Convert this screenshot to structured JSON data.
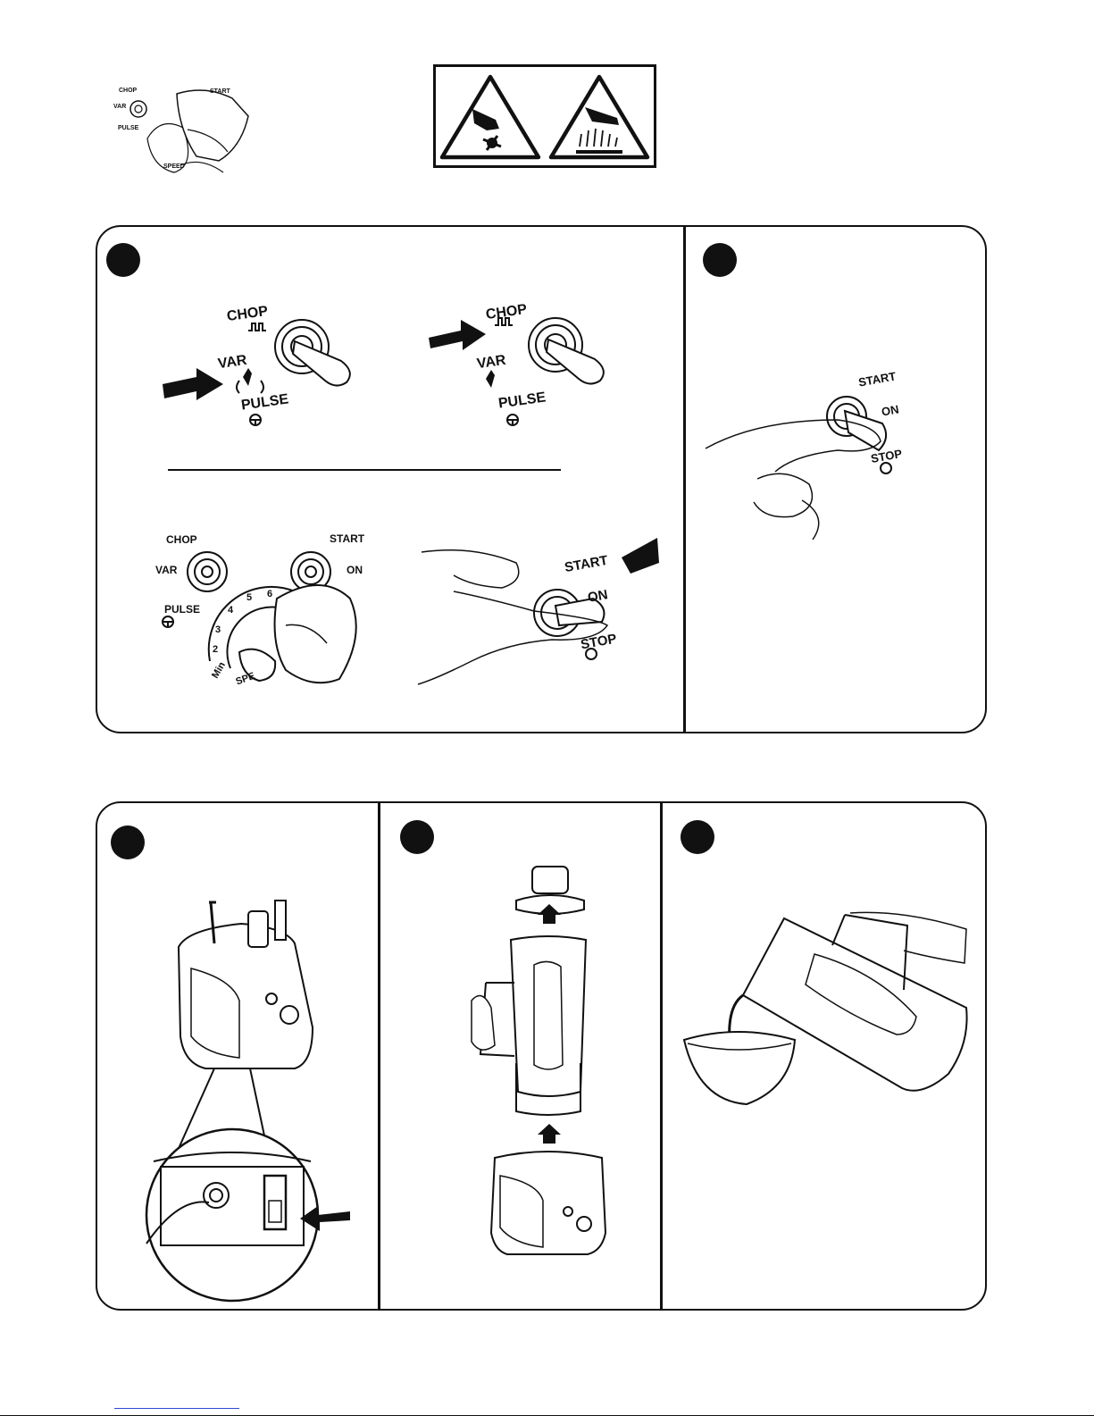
{
  "header": {
    "thumb": {
      "chop": "CHOP",
      "var": "VAR",
      "pulse": "PULSE",
      "start": "START",
      "speed": "SPEED"
    },
    "warning_icons": [
      "hand-blade-warning-icon",
      "hot-surface-warning-icon"
    ]
  },
  "panel_a": {
    "left_control": {
      "chop": "CHOP",
      "var": "VAR",
      "pulse": "PULSE"
    },
    "right_control": {
      "chop": "CHOP",
      "var": "VAR",
      "pulse": "PULSE"
    },
    "dial_control": {
      "chop": "CHOP",
      "var": "VAR",
      "pulse": "PULSE",
      "start": "START",
      "on": "ON",
      "speeds": [
        "Min",
        "2",
        "3",
        "4",
        "5",
        "6"
      ],
      "speed": "SPE"
    },
    "start_control": {
      "start": "START",
      "on": "ON",
      "stop": "STOP"
    }
  },
  "panel_b": {
    "start": "START",
    "on": "ON",
    "stop": "STOP"
  },
  "colors": {
    "ink": "#111111",
    "paper": "#ffffff"
  }
}
